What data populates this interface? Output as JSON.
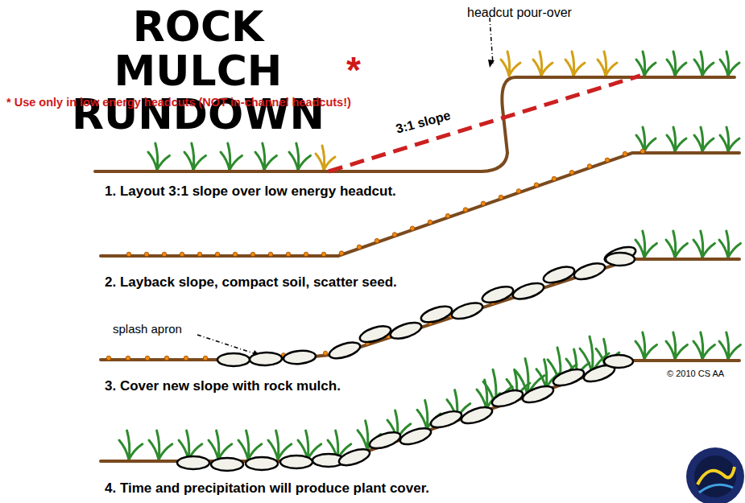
{
  "diagram": {
    "title": "ROCK MULCH RUNDOWN",
    "labels": [
      "*",
      "* Use only in low energy headcuts (NOT in-channel headcuts!)",
      "headcut pour-over",
      "3:1 slope",
      "1. Layout 3:1 slope over low energy headcut.",
      "2. Layback slope, compact soil, scatter seed.",
      "splash apron",
      "3. Cover new slope with rock mulch.",
      "© 2010 CS AA",
      "4. Time and precipitation will produce plant cover."
    ]
  }
}
